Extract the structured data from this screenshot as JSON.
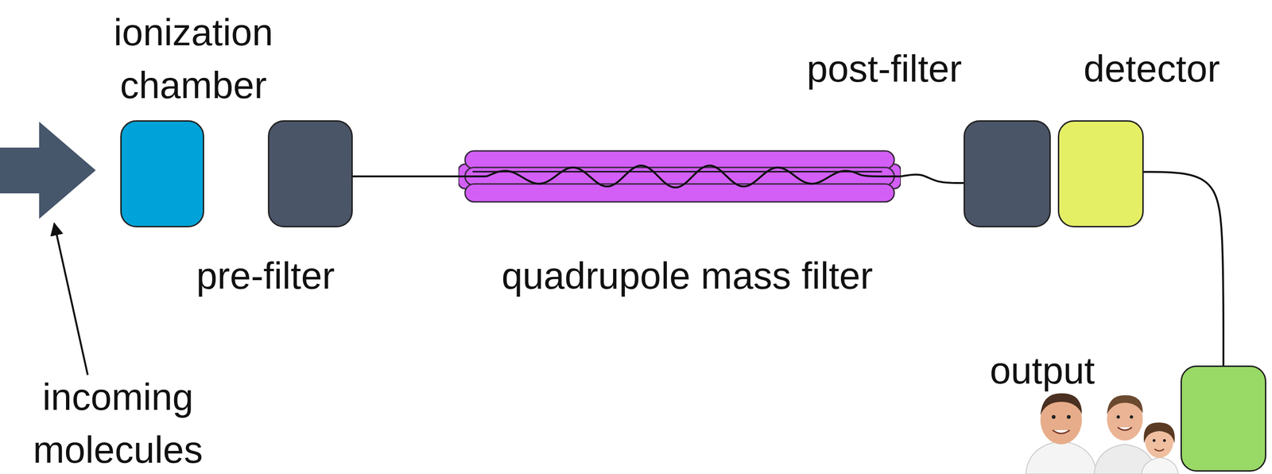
{
  "diagram": {
    "nodes": [
      {
        "text": [
          "ionization chamber"
        ]
      },
      {
        "text": [
          "pre-filter"
        ]
      },
      {
        "text": [
          "quadrupole mass filter"
        ]
      },
      {
        "text": [
          "post-filter"
        ]
      },
      {
        "text": [
          "detector"
        ]
      },
      {
        "text": [
          "output"
        ]
      }
    ],
    "edges": [
      {
        "from": 1,
        "to": 2,
        "arrow": "none"
      },
      {
        "from": 2,
        "to": 3,
        "arrow": "none"
      },
      {
        "from": 4,
        "to": 5,
        "arrow": "none"
      }
    ],
    "labels": [
      "incoming molecules"
    ]
  }
}
